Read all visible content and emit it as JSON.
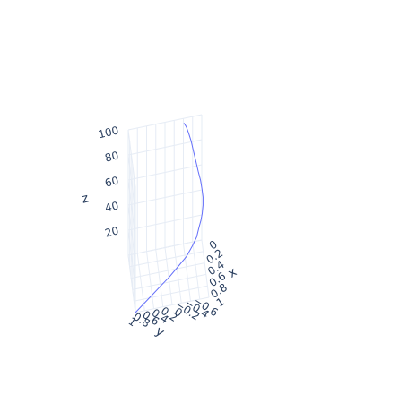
{
  "chart_data": {
    "type": "line3d",
    "title": "",
    "axes": {
      "x": {
        "title": "x",
        "range": [
          0,
          1
        ],
        "ticks": [
          0,
          0.2,
          0.4,
          0.6,
          0.8,
          1
        ],
        "tick_labels": [
          "0",
          "0.2",
          "0.4",
          "0.6",
          "0.8",
          "1"
        ]
      },
      "y": {
        "title": "y",
        "range": [
          -0.6,
          1
        ],
        "ticks": [
          -0.6,
          -0.4,
          -0.2,
          0,
          0.2,
          0.4,
          0.6,
          0.8,
          1
        ],
        "tick_labels": [
          "−0.6",
          "−0.4",
          "−0.2",
          "0",
          "0.2",
          "0.4",
          "0.6",
          "0.8",
          "1"
        ]
      },
      "z": {
        "title": "z",
        "range": [
          0,
          100
        ],
        "ticks": [
          20,
          40,
          60,
          80,
          100
        ],
        "tick_labels": [
          "20",
          "40",
          "60",
          "80",
          "100"
        ]
      }
    },
    "grid": true,
    "series": [
      {
        "color": "#636efa",
        "x": [
          1.0,
          0.9,
          0.8,
          0.7,
          0.6,
          0.5,
          0.4,
          0.3,
          0.25,
          0.22,
          0.2,
          0.19,
          0.18,
          0.17,
          0.16,
          0.15,
          0.14,
          0.13,
          0.12,
          0.11,
          0.1,
          0.09,
          0.08
        ],
        "y": [
          1.0,
          0.8,
          0.6,
          0.4,
          0.2,
          0.0,
          -0.2,
          -0.35,
          -0.45,
          -0.5,
          -0.55,
          -0.58,
          -0.6,
          -0.6,
          -0.58,
          -0.55,
          -0.5,
          -0.45,
          -0.4,
          -0.35,
          -0.3,
          -0.25,
          -0.2
        ],
        "z": [
          0,
          1,
          2,
          3,
          4,
          6,
          8,
          11,
          15,
          20,
          25,
          30,
          36,
          42,
          48,
          55,
          62,
          70,
          78,
          86,
          92,
          97,
          100
        ]
      }
    ]
  }
}
